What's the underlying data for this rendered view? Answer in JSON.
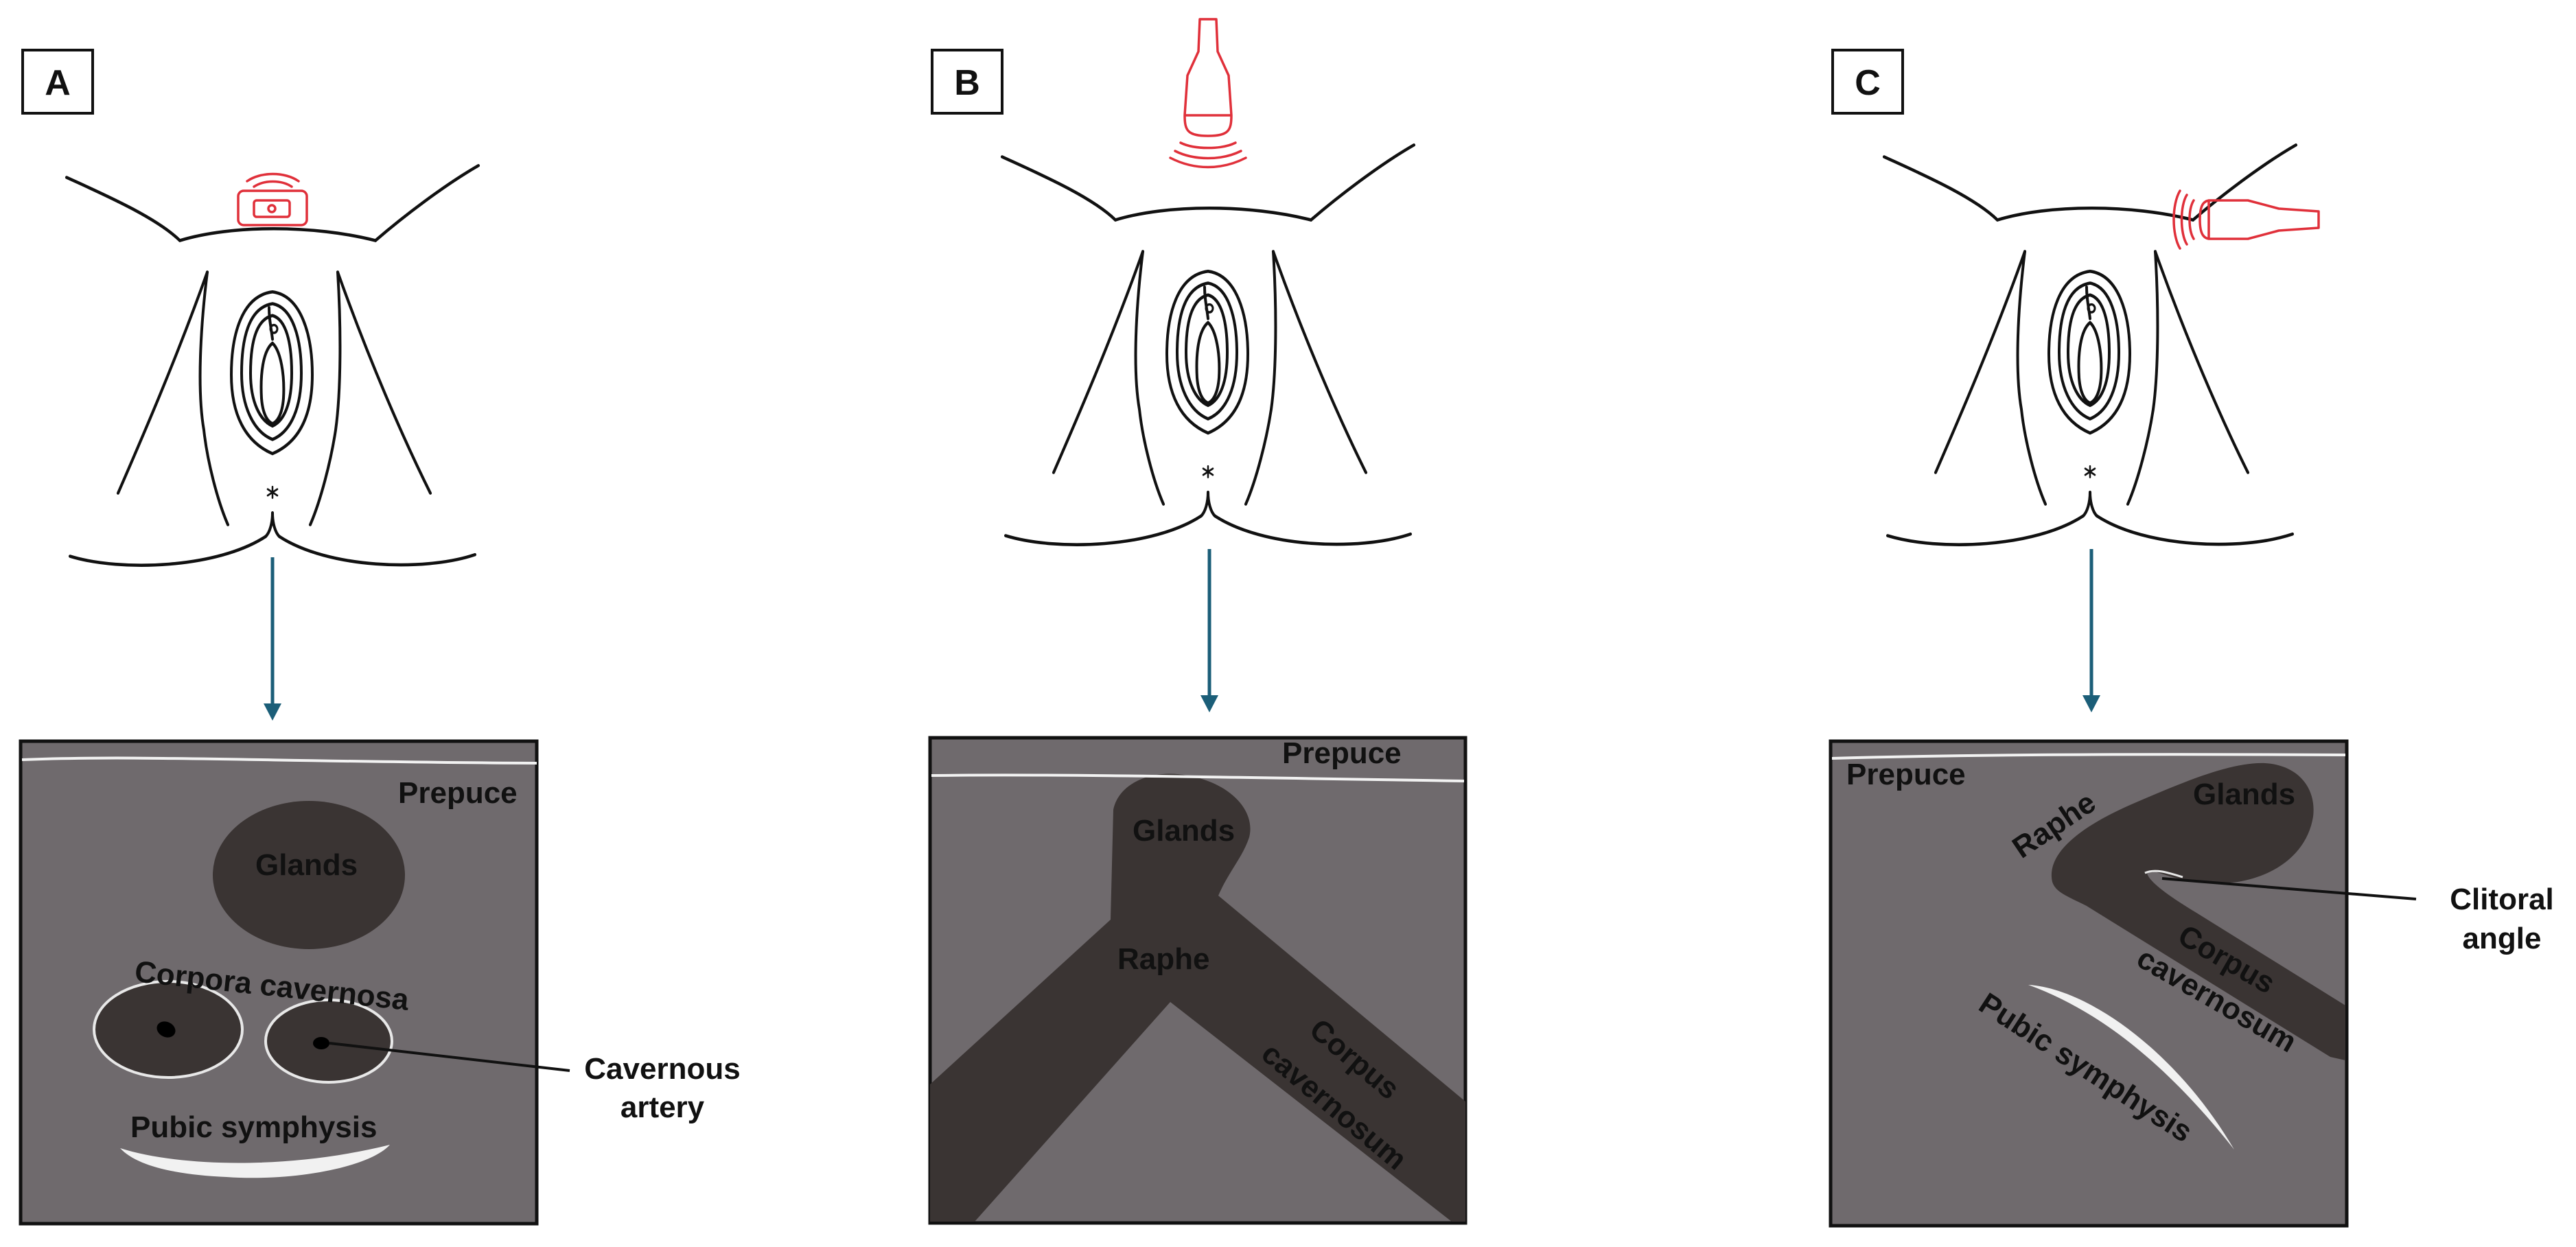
{
  "panels": [
    {
      "id": "A",
      "label": "A",
      "labels": {
        "prepuce": "Prepuce",
        "glands": "Glands",
        "corpora": "Corpora cavernosa",
        "pubic": "Pubic symphysis",
        "artery_line1": "Cavernous",
        "artery_line2": "artery"
      }
    },
    {
      "id": "B",
      "label": "B",
      "labels": {
        "prepuce": "Prepuce",
        "glands": "Glands",
        "raphe": "Raphe",
        "corpus_line1": "Corpus",
        "corpus_line2": "cavernosum"
      }
    },
    {
      "id": "C",
      "label": "C",
      "labels": {
        "prepuce": "Prepuce",
        "glands": "Glands",
        "raphe": "Raphe",
        "corpus_line1": "Corpus",
        "corpus_line2": "cavernosum",
        "pubic": "Pubic symphysis",
        "angle_line1": "Clitoral",
        "angle_line2": "angle"
      }
    }
  ],
  "colors": {
    "probe": "#e0303a",
    "arrow": "#1b5e78",
    "ultrasound_background": "#6f6a6d",
    "tissue": "#3a3433",
    "bone": "#f1f1f1"
  }
}
